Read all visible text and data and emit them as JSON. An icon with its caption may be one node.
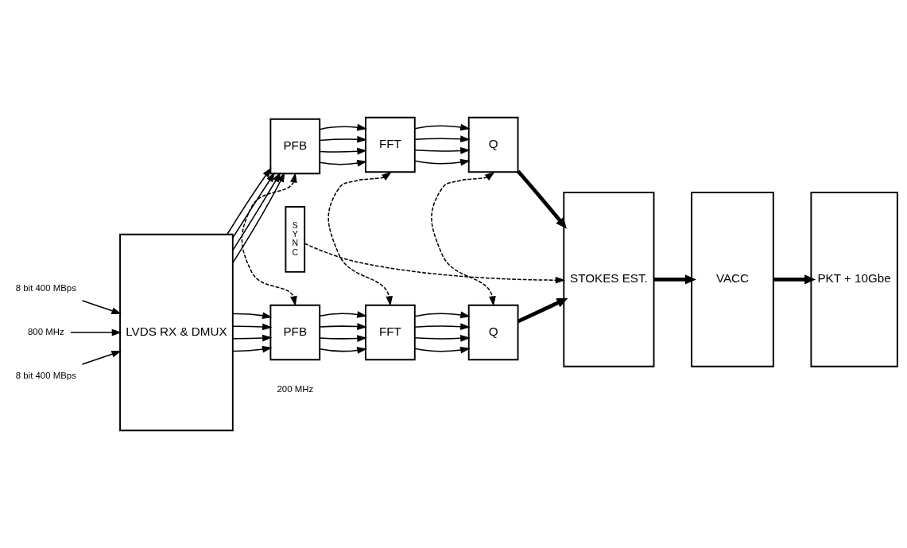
{
  "diagram": {
    "nodes": [
      {
        "text": [
          "LVDS RX & DMUX"
        ]
      },
      {
        "text": [
          "S Y N C"
        ]
      },
      {
        "text": [
          "PFB"
        ]
      },
      {
        "text": [
          "FFT"
        ]
      },
      {
        "text": [
          "Q"
        ]
      },
      {
        "text": [
          "PFB"
        ]
      },
      {
        "text": [
          "FFT"
        ]
      },
      {
        "text": [
          "Q"
        ]
      },
      {
        "text": [
          "STOKES EST."
        ]
      },
      {
        "text": [
          "VACC"
        ]
      },
      {
        "text": [
          "PKT + 10Gbe"
        ]
      },
      {
        "text": [
          "8 bit 400 MBps"
        ]
      },
      {
        "text": [
          "800 MHz"
        ]
      },
      {
        "text": [
          "8 bit 400 MBps"
        ]
      }
    ],
    "edges": [
      {
        "from": 11,
        "to": 0,
        "arrow": "to"
      },
      {
        "from": 12,
        "to": 0,
        "arrow": "to"
      },
      {
        "from": 13,
        "to": 0,
        "arrow": "to"
      },
      {
        "from": 0,
        "to": 2,
        "arrow": "to"
      },
      {
        "from": 0,
        "to": 2,
        "arrow": "to"
      },
      {
        "from": 0,
        "to": 2,
        "arrow": "to"
      },
      {
        "from": 0,
        "to": 2,
        "arrow": "to"
      },
      {
        "from": 2,
        "to": 3,
        "arrow": "to"
      },
      {
        "from": 2,
        "to": 3,
        "arrow": "to"
      },
      {
        "from": 2,
        "to": 3,
        "arrow": "to"
      },
      {
        "from": 2,
        "to": 3,
        "arrow": "to"
      },
      {
        "from": 3,
        "to": 4,
        "arrow": "to"
      },
      {
        "from": 3,
        "to": 4,
        "arrow": "to"
      },
      {
        "from": 3,
        "to": 4,
        "arrow": "to"
      },
      {
        "from": 3,
        "to": 4,
        "arrow": "to"
      },
      {
        "from": 0,
        "to": 5,
        "arrow": "to"
      },
      {
        "from": 0,
        "to": 5,
        "arrow": "to"
      },
      {
        "from": 0,
        "to": 5,
        "arrow": "to"
      },
      {
        "from": 0,
        "to": 5,
        "arrow": "to"
      },
      {
        "from": 5,
        "to": 6,
        "arrow": "to"
      },
      {
        "from": 5,
        "to": 6,
        "arrow": "to"
      },
      {
        "from": 5,
        "to": 6,
        "arrow": "to"
      },
      {
        "from": 5,
        "to": 6,
        "arrow": "to"
      },
      {
        "from": 6,
        "to": 7,
        "arrow": "to"
      },
      {
        "from": 6,
        "to": 7,
        "arrow": "to"
      },
      {
        "from": 6,
        "to": 7,
        "arrow": "to"
      },
      {
        "from": 6,
        "to": 7,
        "arrow": "to"
      },
      {
        "from": 2,
        "to": 5,
        "arrow": "both",
        "style": "dashed"
      },
      {
        "from": 3,
        "to": 6,
        "arrow": "both",
        "style": "dashed"
      },
      {
        "from": 4,
        "to": 7,
        "arrow": "both",
        "style": "dashed"
      },
      {
        "from": 1,
        "to": 8,
        "arrow": "to",
        "style": "dashed"
      },
      {
        "from": 4,
        "to": 8,
        "arrow": "to",
        "style": "thick"
      },
      {
        "from": 7,
        "to": 8,
        "arrow": "to",
        "style": "thick"
      },
      {
        "from": 8,
        "to": 9,
        "arrow": "to",
        "style": "thick"
      },
      {
        "from": 9,
        "to": 10,
        "arrow": "to",
        "style": "thick"
      }
    ],
    "labels": [
      "200 MHz"
    ]
  }
}
